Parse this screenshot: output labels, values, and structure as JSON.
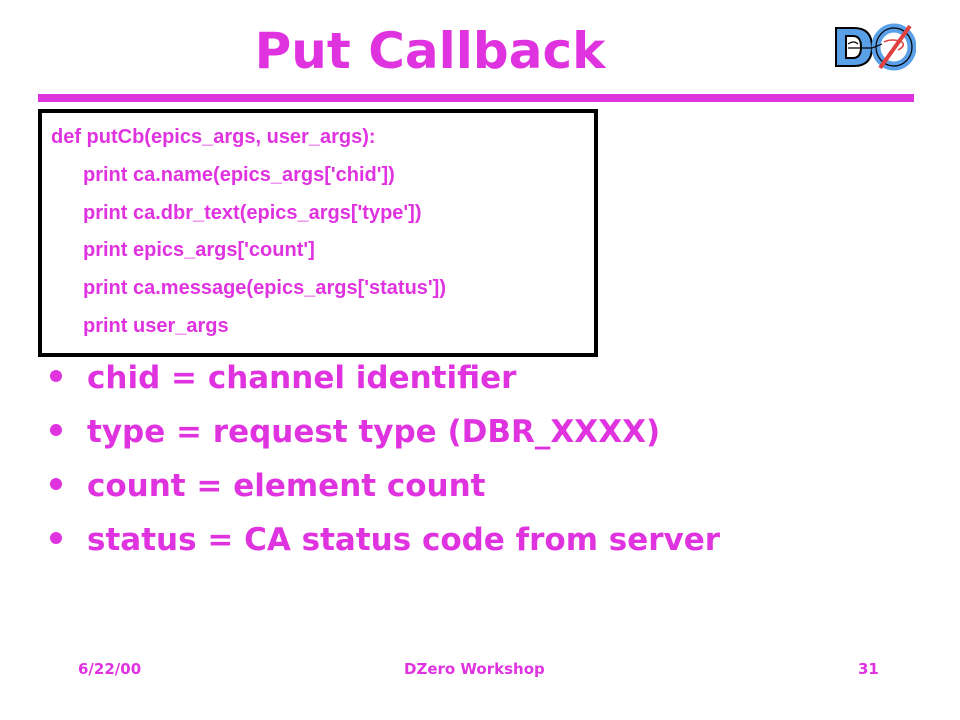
{
  "slide": {
    "title": "Put Callback",
    "logo_text": "DØ",
    "code_lines": [
      "def putCb(epics_args, user_args):",
      "print ca.name(epics_args['chid'])",
      "print ca.dbr_text(epics_args['type'])",
      "print epics_args['count']",
      "print ca.message(epics_args['status'])",
      "print user_args"
    ],
    "bullets": [
      "chid = channel identifier",
      "type = request type (DBR_XXXX)",
      "count = element count",
      "status = CA status code from server"
    ],
    "footer": {
      "date": "6/22/00",
      "center": "DZero Workshop",
      "page": "31"
    }
  },
  "colors": {
    "accent": "#e033e0",
    "logo_blue": "#5aa0e8",
    "border": "#000000"
  }
}
